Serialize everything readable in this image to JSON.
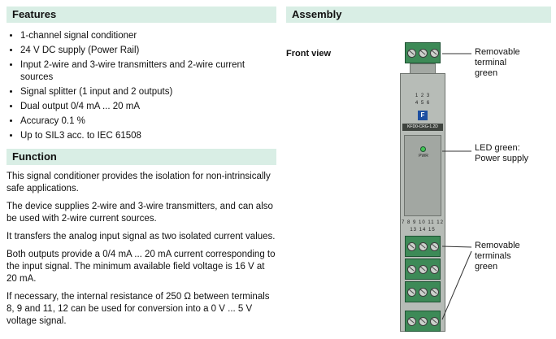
{
  "features": {
    "title": "Features",
    "items": [
      "1-channel signal conditioner",
      "24 V DC supply (Power Rail)",
      "Input 2-wire and 3-wire transmitters and 2-wire current sources",
      "Signal splitter (1 input and 2 outputs)",
      "Dual output 0/4 mA ... 20 mA",
      "Accuracy 0.1 %",
      "Up to SIL3 acc. to IEC 61508"
    ]
  },
  "function": {
    "title": "Function",
    "paragraphs": [
      "This signal conditioner provides the isolation for non-intrinsically safe applications.",
      "The device supplies 2-wire and 3-wire transmitters, and can also be used with 2-wire current sources.",
      "It transfers the analog input signal as two isolated current values.",
      "Both outputs provide a 0/4 mA ... 20 mA current corresponding to the input signal. The minimum available field voltage is 16 V at 20 mA.",
      "If necessary, the internal resistance of 250 Ω  between terminals 8, 9 and 11, 12 can be used for conversion into a 0 V ... 5 V voltage signal."
    ]
  },
  "assembly": {
    "title": "Assembly",
    "front_view_label": "Front view",
    "device": {
      "model": "KFD0-CRG-1.2D",
      "logo_letter": "F",
      "top_numbers_row1": "1 2 3",
      "top_numbers_row2": "4 5 6",
      "bottom_numbers_row1": "7 8 9 10 11 12",
      "bottom_numbers_row2": "13 14 15",
      "led_label": "PWR"
    },
    "callouts": {
      "top": {
        "line1": "Removable terminal",
        "line2": "green"
      },
      "led": {
        "line1": "LED green:",
        "line2": "Power supply"
      },
      "bottom": {
        "line1": "Removable terminals",
        "line2": "green"
      }
    }
  },
  "colors": {
    "header_bg": "#d9eee5",
    "terminal_green": "#3d8a57",
    "led_green": "#43c554",
    "logo_blue": "#1d4fa1"
  }
}
